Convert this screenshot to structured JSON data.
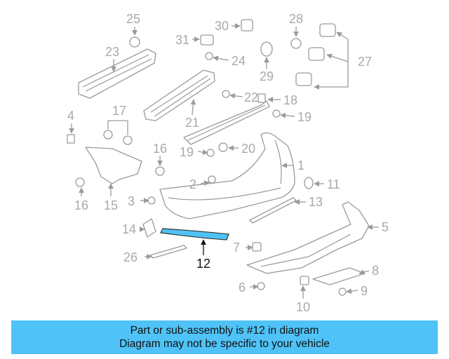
{
  "diagram": {
    "highlight_color": "#4fc3f7",
    "highlighted_part": "12",
    "callouts": [
      "1",
      "2",
      "3",
      "4",
      "5",
      "6",
      "7",
      "8",
      "9",
      "10",
      "11",
      "12",
      "13",
      "14",
      "15",
      "16",
      "17",
      "18",
      "19",
      "20",
      "21",
      "22",
      "23",
      "24",
      "25",
      "26",
      "27",
      "28",
      "29",
      "30",
      "31"
    ]
  },
  "banner": {
    "line1": "Part or sub-assembly is #12 in diagram",
    "line2": "Diagram may not be specific to your vehicle",
    "color": "#4fc3f7"
  }
}
